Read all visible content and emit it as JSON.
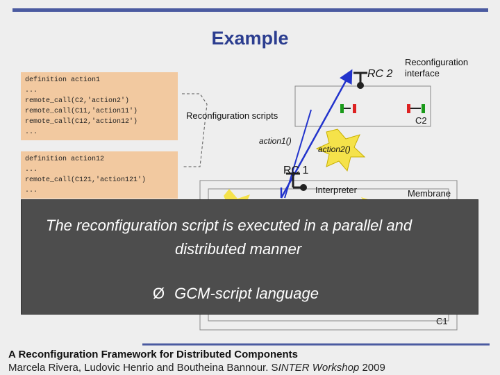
{
  "slide": {
    "title": "Example",
    "code_block_1": [
      "definition action1",
      "      ...",
      "remote_call(C2,'action2')",
      "remote_call(C11,'action11')",
      "remote_call(C12,'action12')",
      "      ..."
    ],
    "code_block_2": [
      "definition action12",
      "      ...",
      "remote_call(C121,'action121')",
      "      ..."
    ],
    "labels": {
      "reconfiguration_scripts": "Reconfiguration scripts",
      "rc2": "RC 2",
      "reconfiguration_interface": "Reconfiguration interface",
      "c2": "C2",
      "action1": "action1()",
      "action2": "action2()",
      "rc1": "RC 1",
      "interpreter": "Interpreter",
      "membrane": "Membrane",
      "c1": "C1"
    },
    "overlay": {
      "line1": "The reconfiguration script is executed in a parallel and",
      "line2": "distributed manner",
      "bullet_symbol": "Ø",
      "bullet": "GCM-script language"
    },
    "footer": {
      "title": "A Reconfiguration Framework for Distributed Components",
      "authors_part1": "Marcela Rivera, Ludovic Henrio and Boutheina Bannour. S",
      "event": "INTER Workshop",
      "year": " 2009"
    },
    "colors": {
      "accent_bar": "#4a5aa0",
      "title": "#2b3d8f",
      "code_bg": "#f2c9a0",
      "arrow": "#2233cc",
      "connector": "#1a9a1a",
      "connector_red": "#dd2222",
      "star_yellow": "#f5e24a",
      "overlay_bg": "#4d4d4d"
    }
  }
}
